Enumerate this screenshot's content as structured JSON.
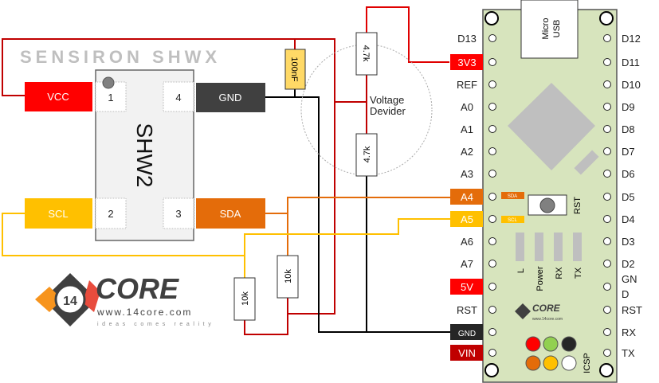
{
  "sensor": {
    "title": "SENSIRON SHWX",
    "chip_label": "SHW2",
    "pins": [
      {
        "number": "1",
        "label": "VCC",
        "color": "#FF0000"
      },
      {
        "number": "2",
        "label": "SCL",
        "color": "#FFC000"
      },
      {
        "number": "3",
        "label": "SDA",
        "color": "#E46C0A"
      },
      {
        "number": "4",
        "label": "GND",
        "color": "#404040"
      }
    ]
  },
  "components": {
    "capacitor": "100nF",
    "divider_top": "4.7k",
    "divider_bottom": "4.7k",
    "divider_label_1": "Voltage",
    "divider_label_2": "Devider",
    "pullup_sda": "10k",
    "pullup_scl": "10k"
  },
  "board": {
    "usb_line1": "Micro",
    "usb_line2": "USB",
    "left_pins": [
      "D13",
      "3V3",
      "REF",
      "A0",
      "A1",
      "A2",
      "A3",
      "A4",
      "A5",
      "A6",
      "A7",
      "5V",
      "RST",
      "GND",
      "VIN"
    ],
    "right_pins": [
      "D12",
      "D11",
      "D10",
      "D9",
      "D8",
      "D7",
      "D6",
      "D5",
      "D4",
      "D3",
      "D2",
      "GN",
      "RST",
      "RX",
      "TX"
    ],
    "right_gnd_line2": "D",
    "sda_tag": "SDA",
    "scl_tag": "SCL",
    "reset_label": "RST",
    "leds": [
      "L",
      "Power",
      "RX",
      "TX"
    ],
    "icsp_label": "ICSP",
    "logo_text": "CORE",
    "logo_url": "www.14core.com",
    "color": "#D7E4BD"
  },
  "logo": {
    "brand": "CORE",
    "url": "www.14core.com",
    "tagline": "ideas comes reality"
  },
  "wire_colors": {
    "vcc": "#C00000",
    "gnd": "#000000",
    "sda": "#E46C0A",
    "scl": "#FFC000",
    "v33": "#E00000"
  }
}
